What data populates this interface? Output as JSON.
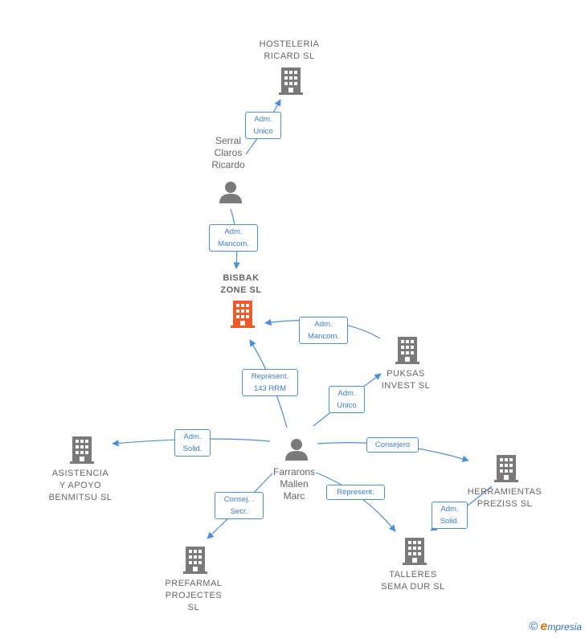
{
  "colors": {
    "edge": "#4a8fdc",
    "building": "#7a7a7a",
    "building_focus": "#f05a28",
    "person": "#7a7a7a"
  },
  "nodes": {
    "hosteleria": "HOSTELERIA\nRICARD  SL",
    "serral": "Serral\nClaros\nRicardo",
    "bisbak": "BISBAK\nZONE  SL",
    "puksas": "PUKSAS\nINVEST  SL",
    "asistencia": "ASISTENCIA\nY APOYO\nBENMITSU  SL",
    "farrarons": "Farrarons\nMallen\nMarc",
    "herramientas": "HERRAMIENTAS\nPREZISS SL",
    "prefarmal": "PREFARMAL\nPROJECTES\nSL",
    "talleres": "TALLERES\nSEMA DUR SL"
  },
  "edges": {
    "serral_hosteleria": "Adm.\nUnico",
    "serral_bisbak": "Adm.\nMancom.",
    "puksas_bisbak": "Adm.\nMancom.",
    "farrarons_bisbak": "Represent.\n143 RRM",
    "farrarons_puksas": "Adm.\nUnico",
    "farrarons_asistencia": "Adm.\nSolid.",
    "farrarons_herramientas": "Consejero",
    "farrarons_prefarmal": "Consej. .\nSecr.",
    "farrarons_talleres": "Represent.",
    "herramientas_talleres": "Adm.\nSolid."
  },
  "watermark": {
    "symbol": "©",
    "brand_initial": "e",
    "brand_rest": "mpresia"
  }
}
